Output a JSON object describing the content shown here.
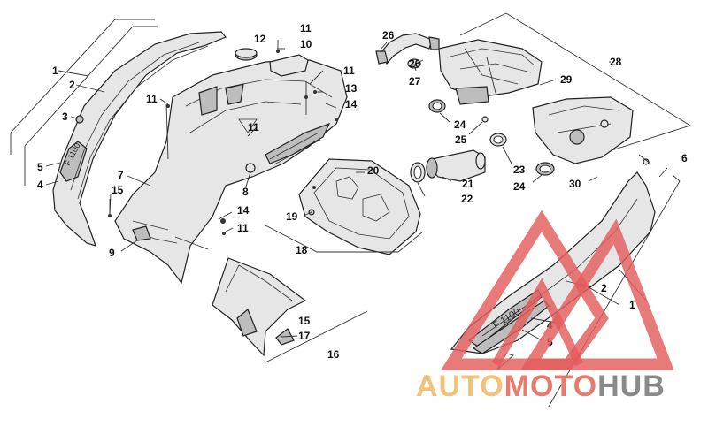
{
  "diagram": {
    "callouts": [
      {
        "id": "c1a",
        "text": "1"
      },
      {
        "id": "c2a",
        "text": "2"
      },
      {
        "id": "c3",
        "text": "3"
      },
      {
        "id": "c4a",
        "text": "4"
      },
      {
        "id": "c5a",
        "text": "5"
      },
      {
        "id": "c6",
        "text": "6"
      },
      {
        "id": "c7",
        "text": "7"
      },
      {
        "id": "c8",
        "text": "8"
      },
      {
        "id": "c9",
        "text": "9"
      },
      {
        "id": "c10",
        "text": "10"
      },
      {
        "id": "c11a",
        "text": "11"
      },
      {
        "id": "c11b",
        "text": "11"
      },
      {
        "id": "c11c",
        "text": "11"
      },
      {
        "id": "c11d",
        "text": "11"
      },
      {
        "id": "c11e",
        "text": "11"
      },
      {
        "id": "c12",
        "text": "12"
      },
      {
        "id": "c13",
        "text": "13"
      },
      {
        "id": "c14a",
        "text": "14"
      },
      {
        "id": "c14b",
        "text": "14"
      },
      {
        "id": "c15a",
        "text": "15"
      },
      {
        "id": "c15b",
        "text": "15"
      },
      {
        "id": "c16",
        "text": "16"
      },
      {
        "id": "c17",
        "text": "17"
      },
      {
        "id": "c18",
        "text": "18"
      },
      {
        "id": "c19",
        "text": "19"
      },
      {
        "id": "c20",
        "text": "20"
      },
      {
        "id": "c21",
        "text": "21"
      },
      {
        "id": "c22",
        "text": "22"
      },
      {
        "id": "c23",
        "text": "23"
      },
      {
        "id": "c24a",
        "text": "24"
      },
      {
        "id": "c24b",
        "text": "24"
      },
      {
        "id": "c25",
        "text": "25"
      },
      {
        "id": "c26a",
        "text": "26"
      },
      {
        "id": "c26b",
        "text": "26"
      },
      {
        "id": "c27",
        "text": "27"
      },
      {
        "id": "c28",
        "text": "28"
      },
      {
        "id": "c29",
        "text": "29"
      },
      {
        "id": "c30",
        "text": "30"
      },
      {
        "id": "c1b",
        "text": "1"
      },
      {
        "id": "c2b",
        "text": "2"
      },
      {
        "id": "c4b",
        "text": "4"
      },
      {
        "id": "c5b",
        "text": "5"
      }
    ],
    "decal_text": "F 1100"
  },
  "watermark": {
    "part1": "AUTO",
    "part2": "MOTO",
    "part3": "HUB",
    "color_auto": "#f2c27a",
    "color_moto": "#e87b6e",
    "color_hub": "#8a8a8a",
    "color_triangle": "#e35d5d"
  }
}
